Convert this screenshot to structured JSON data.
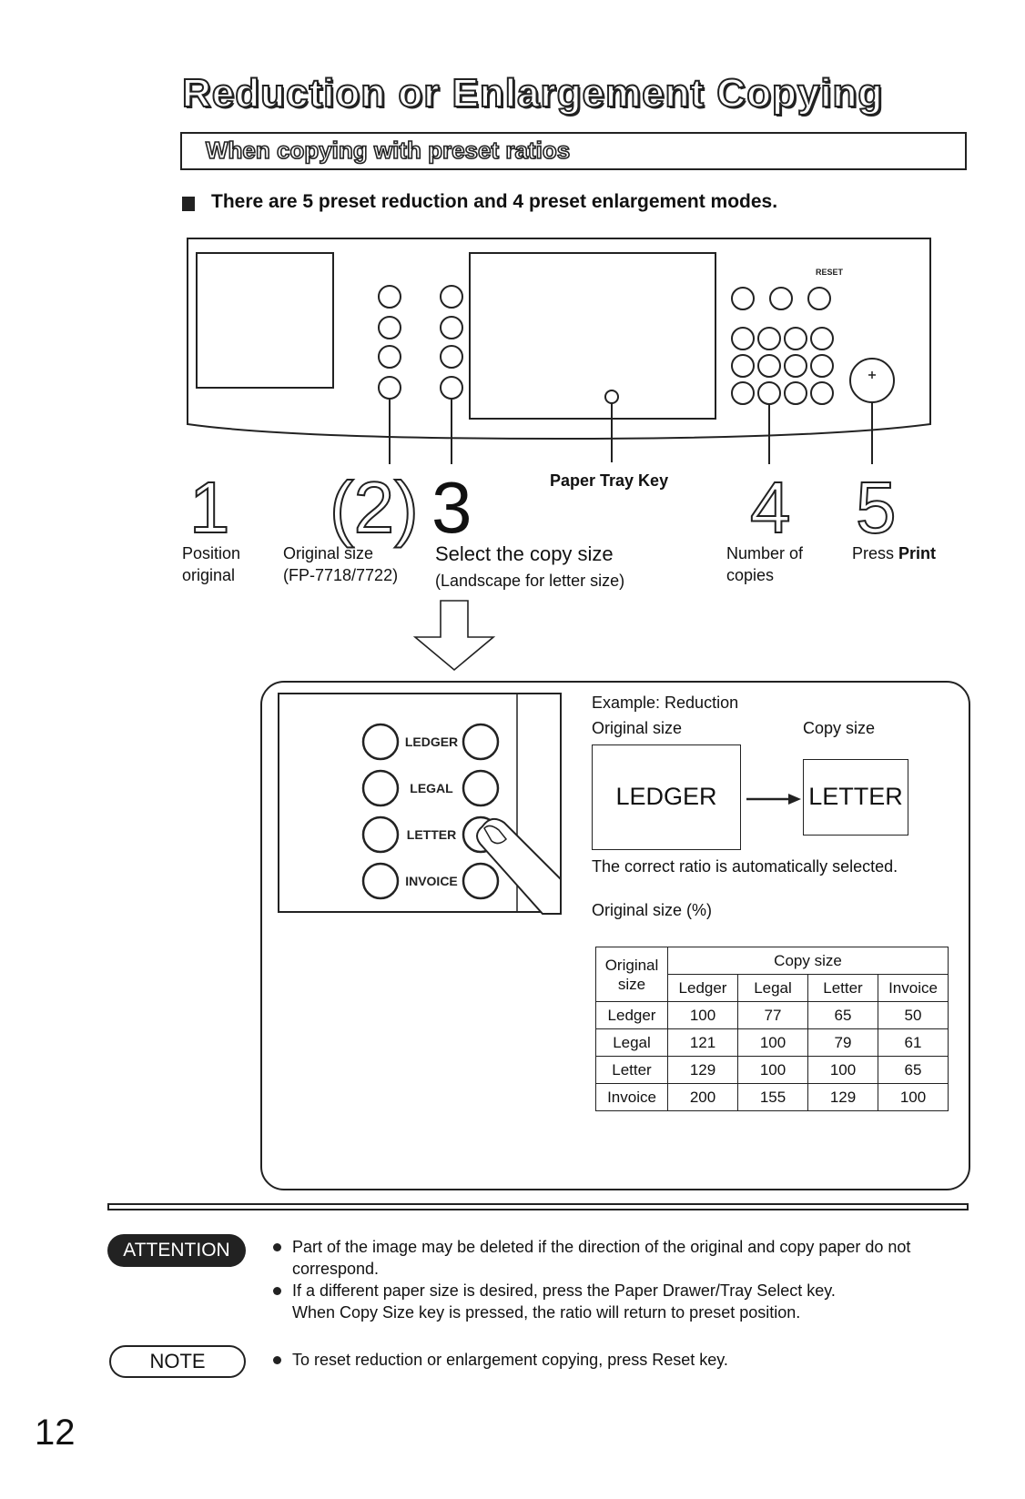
{
  "title": "Reduction or Enlargement Copying",
  "subtitle": "When copying with preset ratios",
  "intro": "There are 5 preset reduction and 4 preset enlargement modes.",
  "panel": {
    "reset_label": "RESET"
  },
  "paper_tray_key": "Paper Tray Key",
  "steps": [
    {
      "num": "1",
      "label": "Position original"
    },
    {
      "num": "(2)",
      "label_line1": "Original size",
      "label_line2": "(FP-7718/7722)"
    },
    {
      "num": "3",
      "label_line1": "Select the copy size",
      "label_line2": "(Landscape for letter size)"
    },
    {
      "num": "4",
      "label": "Number of copies"
    },
    {
      "num": "5",
      "label_prefix": "Press ",
      "label_bold": "Print"
    }
  ],
  "size_keys": [
    "LEDGER",
    "LEGAL",
    "LETTER",
    "INVOICE"
  ],
  "example": {
    "heading": "Example: Reduction",
    "original_label": "Original size",
    "copy_label": "Copy size",
    "original_value": "LEDGER",
    "copy_value": "LETTER",
    "auto_text": "The correct ratio is automatically selected.",
    "table_caption": "Original size (%)"
  },
  "table": {
    "corner": "Original size",
    "group_header": "Copy size",
    "columns": [
      "Ledger",
      "Legal",
      "Letter",
      "Invoice"
    ],
    "rows": [
      {
        "label": "Ledger",
        "values": [
          "100",
          "77",
          "65",
          "50"
        ]
      },
      {
        "label": "Legal",
        "values": [
          "121",
          "100",
          "79",
          "61"
        ]
      },
      {
        "label": "Letter",
        "values": [
          "129",
          "100",
          "100",
          "65"
        ]
      },
      {
        "label": "Invoice",
        "values": [
          "200",
          "155",
          "129",
          "100"
        ]
      }
    ]
  },
  "attention": {
    "badge": "ATTENTION",
    "items": [
      "Part of the image may be deleted if the direction of the original and copy paper do not correspond.",
      "If a different paper size is desired, press the Paper Drawer/Tray Select key.",
      "When Copy Size key is pressed, the ratio will return to preset position."
    ]
  },
  "note": {
    "badge": "NOTE",
    "items": [
      "To reset reduction or enlargement copying, press Reset key."
    ]
  },
  "page_number": "12"
}
